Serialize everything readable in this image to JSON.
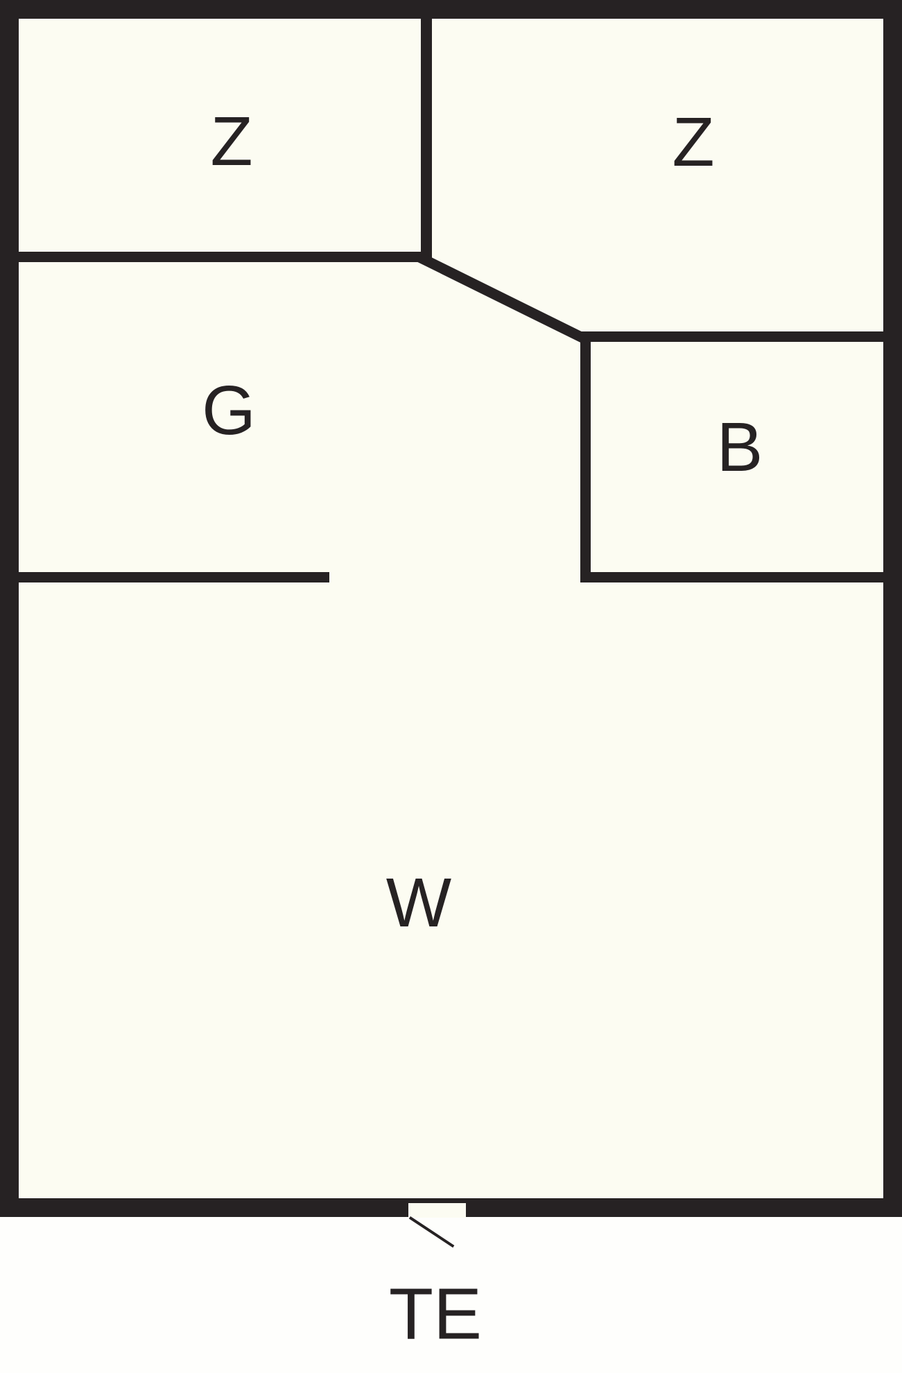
{
  "plan": {
    "type": "floor-plan",
    "rooms": [
      {
        "id": "z1",
        "label": "Z",
        "position": "top-left"
      },
      {
        "id": "z2",
        "label": "Z",
        "position": "top-right"
      },
      {
        "id": "g",
        "label": "G",
        "position": "middle-left"
      },
      {
        "id": "b",
        "label": "B",
        "position": "middle-right"
      },
      {
        "id": "w",
        "label": "W",
        "position": "bottom"
      }
    ],
    "door": {
      "label": "TE",
      "location": "bottom-wall-center"
    }
  },
  "colors": {
    "wall": "#262223",
    "interior": "#FCFCF2",
    "outside": "#FEFEFC",
    "text": "#262223"
  }
}
